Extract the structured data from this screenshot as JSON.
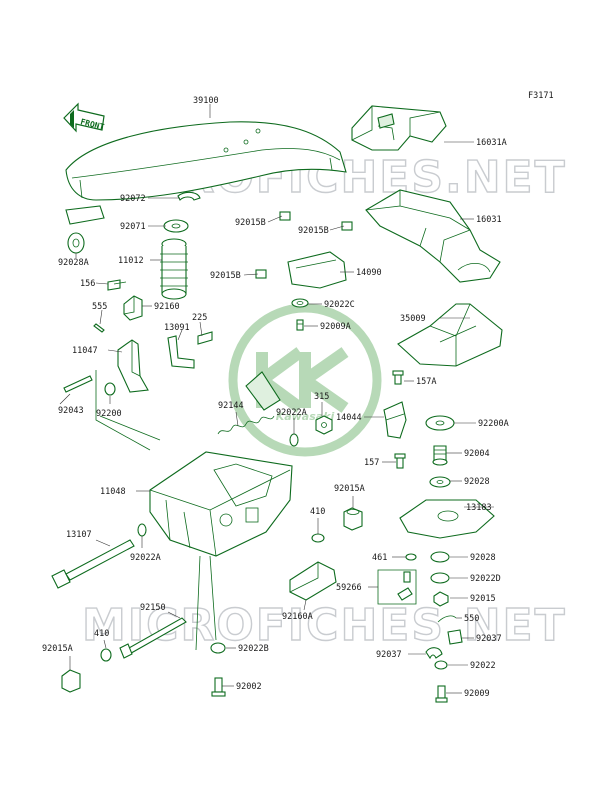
{
  "figure_id": "F3171",
  "front_label": "FRONT",
  "watermark_text": "MICROFICHES.NET",
  "logo_text": "Kawasaki",
  "colors": {
    "line": "#0e6b1e",
    "text": "#1a1a1a",
    "watermark": "#c9ccd0",
    "logo": "#b7d9b7"
  },
  "parts": [
    {
      "id": "p39100",
      "label": "39100"
    },
    {
      "id": "p16031A",
      "label": "16031A"
    },
    {
      "id": "p92072",
      "label": "92072"
    },
    {
      "id": "p92071",
      "label": "92071"
    },
    {
      "id": "p92015B_1",
      "label": "92015B"
    },
    {
      "id": "p92015B_2",
      "label": "92015B"
    },
    {
      "id": "p16031",
      "label": "16031"
    },
    {
      "id": "p92028A",
      "label": "92028A"
    },
    {
      "id": "p11012",
      "label": "11012"
    },
    {
      "id": "p92015B_3",
      "label": "92015B"
    },
    {
      "id": "p14090",
      "label": "14090"
    },
    {
      "id": "p156",
      "label": "156"
    },
    {
      "id": "p555",
      "label": "555"
    },
    {
      "id": "p92160",
      "label": "92160"
    },
    {
      "id": "p92022C",
      "label": "92022C"
    },
    {
      "id": "p225",
      "label": "225"
    },
    {
      "id": "p35009",
      "label": "35009"
    },
    {
      "id": "p13091",
      "label": "13091"
    },
    {
      "id": "p92009A",
      "label": "92009A"
    },
    {
      "id": "p11047",
      "label": "11047"
    },
    {
      "id": "p157A",
      "label": "157A"
    },
    {
      "id": "p315",
      "label": "315"
    },
    {
      "id": "p92144",
      "label": "92144"
    },
    {
      "id": "p92022A_1",
      "label": "92022A"
    },
    {
      "id": "p14044",
      "label": "14044"
    },
    {
      "id": "p92200A",
      "label": "92200A"
    },
    {
      "id": "p92043",
      "label": "92043"
    },
    {
      "id": "p92200",
      "label": "92200"
    },
    {
      "id": "p92004",
      "label": "92004"
    },
    {
      "id": "p157",
      "label": "157"
    },
    {
      "id": "p92028_1",
      "label": "92028"
    },
    {
      "id": "p11048",
      "label": "11048"
    },
    {
      "id": "p92015A_1",
      "label": "92015A"
    },
    {
      "id": "p13183",
      "label": "13183"
    },
    {
      "id": "p410_1",
      "label": "410"
    },
    {
      "id": "p13107",
      "label": "13107"
    },
    {
      "id": "p92022A_2",
      "label": "92022A"
    },
    {
      "id": "p461",
      "label": "461"
    },
    {
      "id": "p92028_2",
      "label": "92028"
    },
    {
      "id": "p59266",
      "label": "59266"
    },
    {
      "id": "p92022D",
      "label": "92022D"
    },
    {
      "id": "p92015",
      "label": "92015"
    },
    {
      "id": "p92150",
      "label": "92150"
    },
    {
      "id": "p92160A",
      "label": "92160A"
    },
    {
      "id": "p550",
      "label": "550"
    },
    {
      "id": "p410_2",
      "label": "410"
    },
    {
      "id": "p92037_1",
      "label": "92037"
    },
    {
      "id": "p92015A_2",
      "label": "92015A"
    },
    {
      "id": "p92022B",
      "label": "92022B"
    },
    {
      "id": "p92037_2",
      "label": "92037"
    },
    {
      "id": "p92022",
      "label": "92022"
    },
    {
      "id": "p92002",
      "label": "92002"
    },
    {
      "id": "p92009",
      "label": "92009"
    }
  ]
}
